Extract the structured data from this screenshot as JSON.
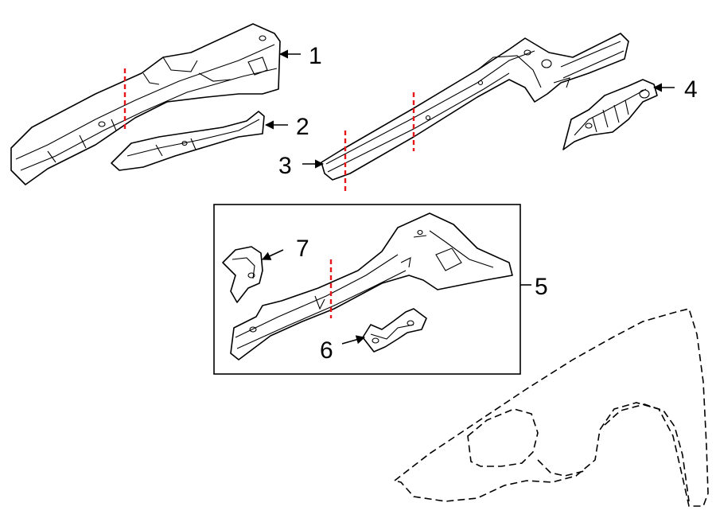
{
  "callouts": {
    "c1": "1",
    "c2": "2",
    "c3": "3",
    "c4": "4",
    "c5": "5",
    "c6": "6",
    "c7": "7"
  },
  "colors": {
    "cut_line": "#e8161b",
    "outline": "#000000",
    "background": "#ffffff"
  }
}
